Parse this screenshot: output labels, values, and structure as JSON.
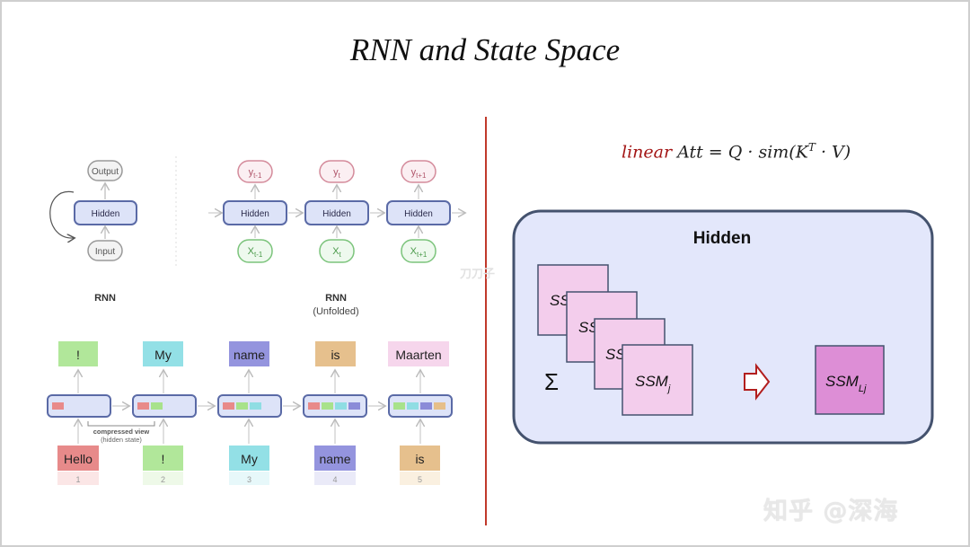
{
  "title": "RNN and State Space",
  "formula": {
    "prefix": "linear",
    "body": "Att = Q · sim(K",
    "sup": "T",
    "suffix": " · V)"
  },
  "rnn_diagram": {
    "output": "Output",
    "hidden": "Hidden",
    "input": "Input",
    "label": "RNN",
    "unfolded_label": "RNN",
    "unfolded_sub": "(Unfolded)",
    "steps": [
      {
        "y": "y",
        "y_sub": "t-1",
        "x": "X",
        "x_sub": "t-1",
        "hidden": "Hidden"
      },
      {
        "y": "y",
        "y_sub": "t",
        "x": "X",
        "x_sub": "t",
        "hidden": "Hidden"
      },
      {
        "y": "y",
        "y_sub": "t+1",
        "x": "X",
        "x_sub": "t+1",
        "hidden": "Hidden"
      }
    ]
  },
  "sequence": {
    "outputs": [
      "!",
      "My",
      "name",
      "is",
      "Maarten"
    ],
    "inputs": [
      "Hello",
      "!",
      "My",
      "name",
      "is"
    ],
    "indices": [
      "1",
      "2",
      "3",
      "4",
      "5"
    ],
    "annotation_line1": "compressed view",
    "annotation_line2": "(hidden state)",
    "colors": [
      "#e88a8a",
      "#a8e28b",
      "#8fdde3",
      "#8b8bd8",
      "#e6bf8a"
    ]
  },
  "state_space": {
    "hidden_label": "Hidden",
    "sum_symbol": "Σ",
    "stack_labels": [
      "SS",
      "SS",
      "SS"
    ],
    "front_label": "SSM",
    "front_sub": "j",
    "result_label": "SSM",
    "result_sub": "Lj"
  },
  "watermark": "知乎 @深海",
  "watermark_small": "刀刀子"
}
